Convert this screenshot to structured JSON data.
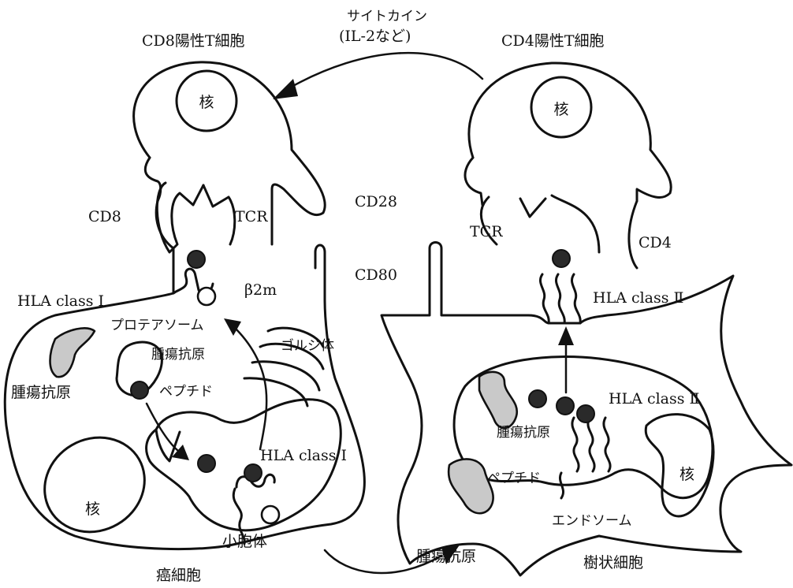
{
  "labels": {
    "cytokine_line1": "サイトカイン",
    "cytokine_line2": "(IL-2など)",
    "cd8_t_cell": "CD8陽性T細胞",
    "cd4_t_cell": "CD4陽性T細胞",
    "nucleus_cd8": "核",
    "nucleus_cd4": "核",
    "cd8": "CD8",
    "tcr_left": "TCR",
    "cd28": "CD28",
    "tcr_right": "TCR",
    "cd4": "CD4",
    "hla_class_i_top": "HLA class Ⅰ",
    "beta2m": "β2m",
    "cd80": "CD80",
    "hla_class_ii_top": "HLA class Ⅱ",
    "proteasome": "プロテアソーム",
    "tumor_antigen_inner": "腫瘍抗原",
    "golgi": "ゴルジ体",
    "tumor_antigen_left": "腫瘍抗原",
    "peptide_left": "ペプチド",
    "hla_class_i_inner": "HLA class Ⅰ",
    "nucleus_cancer": "核",
    "vesicle": "小胞体",
    "cancer_cell": "癌細胞",
    "hla_class_ii_inner": "HLA class Ⅱ",
    "tumor_antigen_dc_inner": "腫瘍抗原",
    "nucleus_dc": "核",
    "peptide_right": "ペプチド",
    "endosome": "エンドソーム",
    "tumor_antigen_dc_outer": "腫瘍抗原",
    "dendritic_cell": "樹状細胞"
  },
  "colors": {
    "line": "#111111",
    "background": "#ffffff",
    "antigen_fill": "#c9c9c9"
  }
}
